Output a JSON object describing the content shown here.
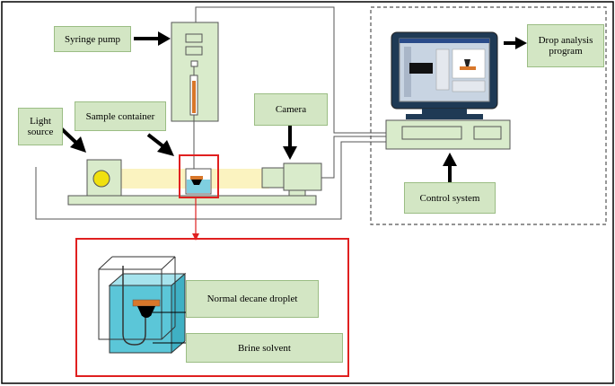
{
  "labels": {
    "syringe_pump": "Syringe pump",
    "light_source": "Light source",
    "sample_container": "Sample container",
    "camera": "Camera",
    "drop_analysis_program": "Drop analysis program",
    "control_system": "Control system",
    "normal_decane_droplet": "Normal decane droplet",
    "brine_solvent": "Brine solvent"
  },
  "colors": {
    "label_fill": "#d3e6c4",
    "label_border": "#9bbd84",
    "highlight_red": "#e02020",
    "light_beam": "#fbf3c0",
    "brine_blue": "#5bc6d8",
    "droplet_orange": "#d8772a"
  }
}
